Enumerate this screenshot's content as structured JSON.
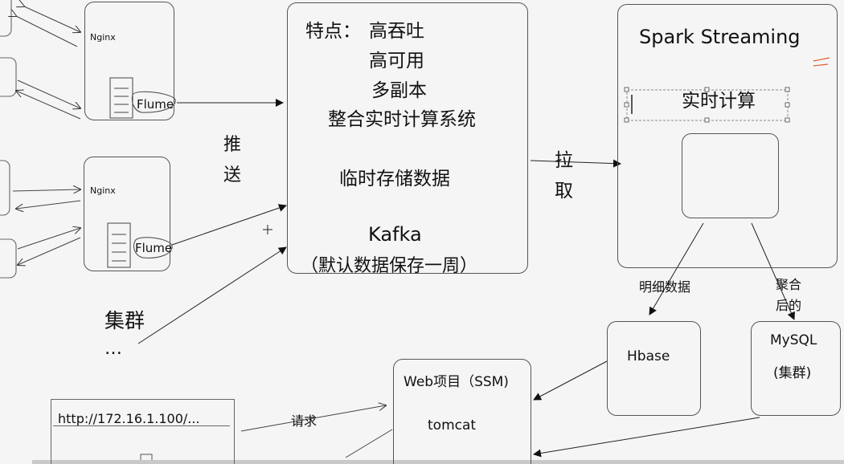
{
  "nginx_top": "Nginx",
  "nginx_bottom": "Nginx",
  "flume_top": "Flume",
  "flume_bottom": "Flume",
  "push_label": [
    "推",
    "送"
  ],
  "cluster_label": "集群",
  "ellipsis": "…",
  "kafka": {
    "features_label": "特点：",
    "features": [
      "高吞吐",
      "高可用",
      "多副本",
      "整合实时计算系统"
    ],
    "temp_storage": "临时存储数据",
    "name": "Kafka",
    "retention": "（默认数据保存一周）"
  },
  "pull_label": [
    "拉",
    "取"
  ],
  "spark": {
    "title": "Spark Streaming",
    "realtime": "实时计算"
  },
  "detail_data_label": "明细数据",
  "aggregated_label": [
    "聚合",
    "后的"
  ],
  "hbase": "Hbase",
  "mysql": {
    "name": "MySQL",
    "note": "(集群)"
  },
  "web_project": {
    "title": "Web项目（SSM)",
    "server": "tomcat"
  },
  "request_label": "请求",
  "browser_url": "http://172.16.1.100/..."
}
